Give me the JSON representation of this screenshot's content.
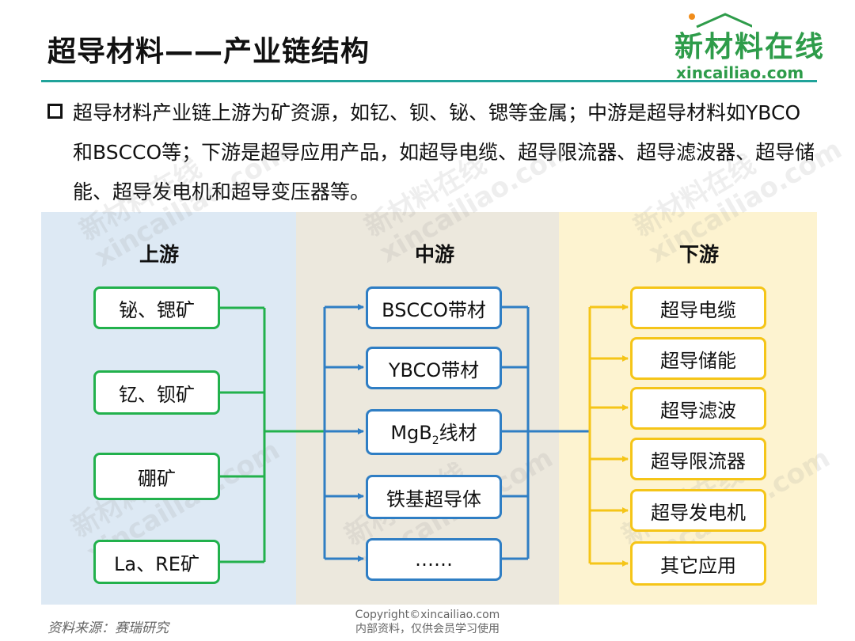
{
  "header": {
    "title": "超导材料——产业链结构",
    "logo_cn": "新材料在线",
    "logo_en": "xincailiao.com"
  },
  "intro": "超导材料产业链上游为矿资源，如钇、钡、铋、锶等金属；中游是超导材料如YBCO和BSCCO等；下游是超导应用产品，如超导电缆、超导限流器、超导滤波器、超导储能、超导发电机和超导变压器等。",
  "diagram": {
    "upstream": {
      "heading": "上游",
      "items": [
        "铋、锶矿",
        "钇、钡矿",
        "硼矿",
        "La、RE矿"
      ]
    },
    "midstream": {
      "heading": "中游",
      "items": [
        "BSCCO带材",
        "YBCO带材",
        "MgB",
        "铁基超导体",
        "……"
      ],
      "mgb2_prefix": "MgB",
      "mgb2_sub": "2",
      "mgb2_suffix": "线材"
    },
    "downstream": {
      "heading": "下游",
      "items": [
        "超导电缆",
        "超导储能",
        "超导滤波",
        "超导限流器",
        "超导发电机",
        "其它应用"
      ]
    },
    "colors": {
      "upstream_bg": "#dde9f4",
      "midstream_bg": "#ece8dd",
      "downstream_bg": "#fdf3d0",
      "green": "#22b14c",
      "blue": "#2f7ec4",
      "yellow": "#f5c518"
    }
  },
  "footer": {
    "source": "资料来源：赛瑞研究",
    "copyright_line1": "Copyright©xincailiao.com",
    "copyright_line2": "内部资料，仅供会员学习使用"
  },
  "watermark": {
    "line1": "新材料在线",
    "line2": "xincailiao.com"
  }
}
